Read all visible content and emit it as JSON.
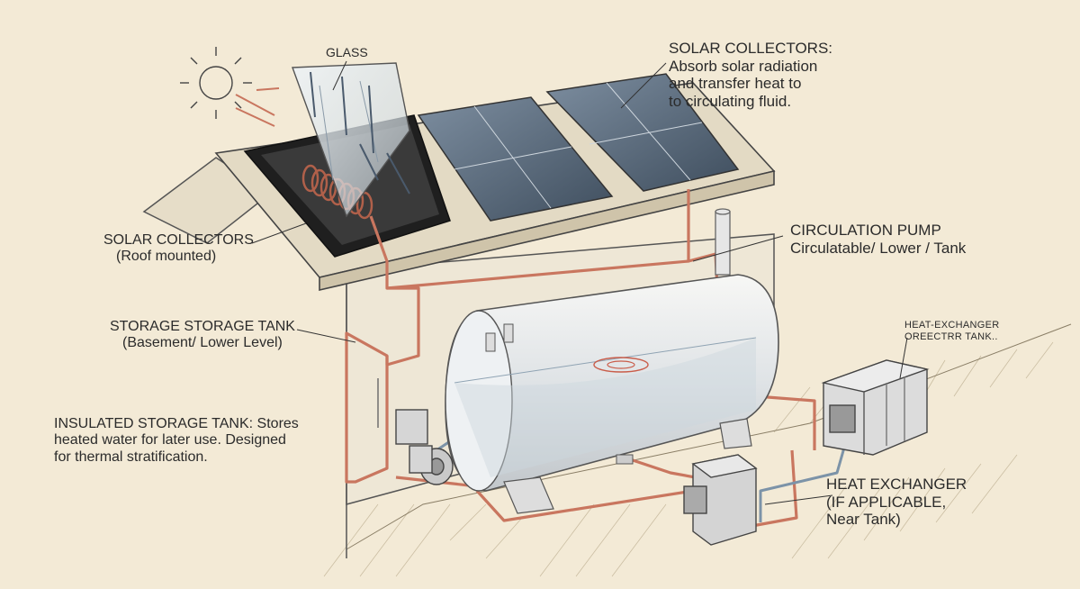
{
  "labels": {
    "glass": "GLASS",
    "collectors_top_title": "SOLAR COLLECTORS:",
    "collectors_top_desc_1": "Absorb solar radiation",
    "collectors_top_desc_2": "and transfer heat to",
    "collectors_top_desc_3": "to circulating fluid.",
    "collectors_left_title": "SOLAR COLLECTORS",
    "collectors_left_sub": "(Roof mounted)",
    "pump_title": "CIRCULATION PUMP",
    "pump_sub": "Circulatable/ Lower / Tank",
    "storage_title": "STORAGE STORAGE TANK",
    "storage_sub": "(Basement/ Lower Level)",
    "insulated_title": "INSULATED STORAGE TANK:",
    "insulated_desc_1": "Stores",
    "insulated_desc_2": "heated water for later use. Designed",
    "insulated_desc_3": "for thermal stratification.",
    "hx_small_1": "HEAT-EXCHANGER",
    "hx_small_2": "OREECTRR TANK..",
    "hx_title": "HEAT EXCHANGER",
    "hx_sub_1": "(IF APPLICABLE,",
    "hx_sub_2": "Near Tank)"
  },
  "colors": {
    "paper": "#f3ead6",
    "ink": "#2b2b2b",
    "hot_pipe": "#c9765f",
    "cold_pipe": "#7c93a8",
    "panel": "#5b6b7c",
    "absorber": "#2a2a2a"
  }
}
